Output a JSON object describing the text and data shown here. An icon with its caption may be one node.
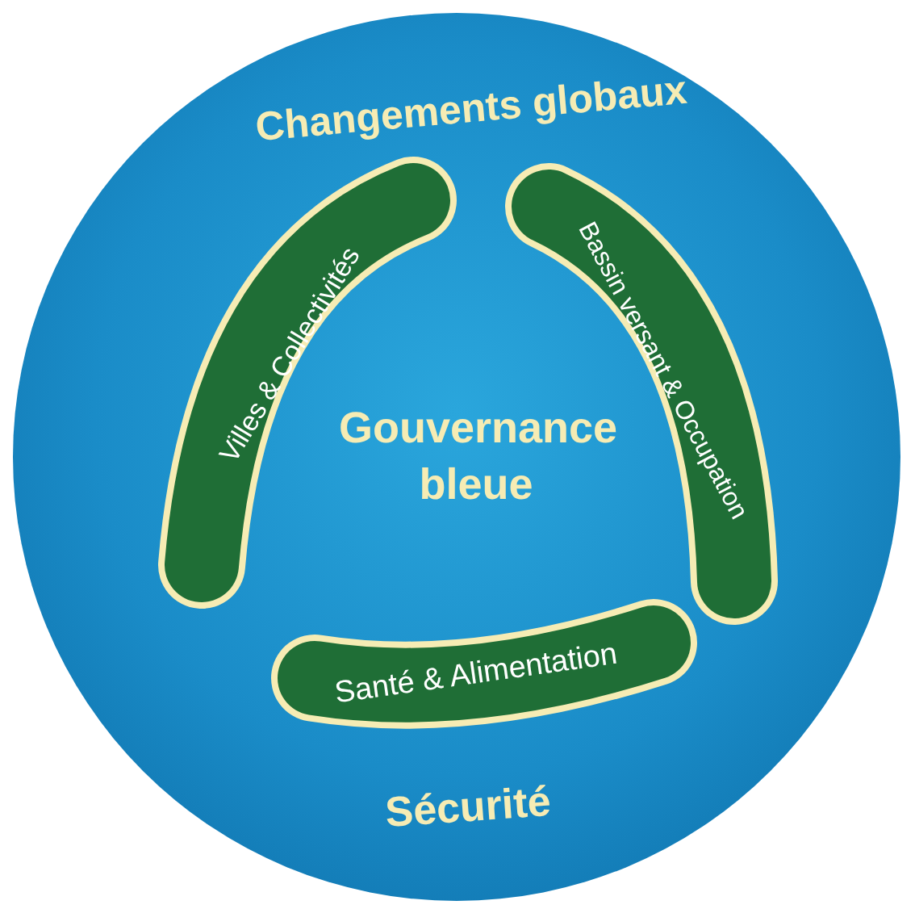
{
  "diagram": {
    "nodes": [
      {
        "text": [
          "Changements globaux",
          "Gouvernance bleue",
          "Sécurité"
        ]
      },
      {
        "text": [
          "Villes & Collectivités"
        ],
        "in": 0
      },
      {
        "text": [
          "Bassin versant & Occupation"
        ],
        "in": 0
      },
      {
        "text": [
          "Santé & Alimentation"
        ],
        "in": 0
      }
    ],
    "edges": []
  }
}
